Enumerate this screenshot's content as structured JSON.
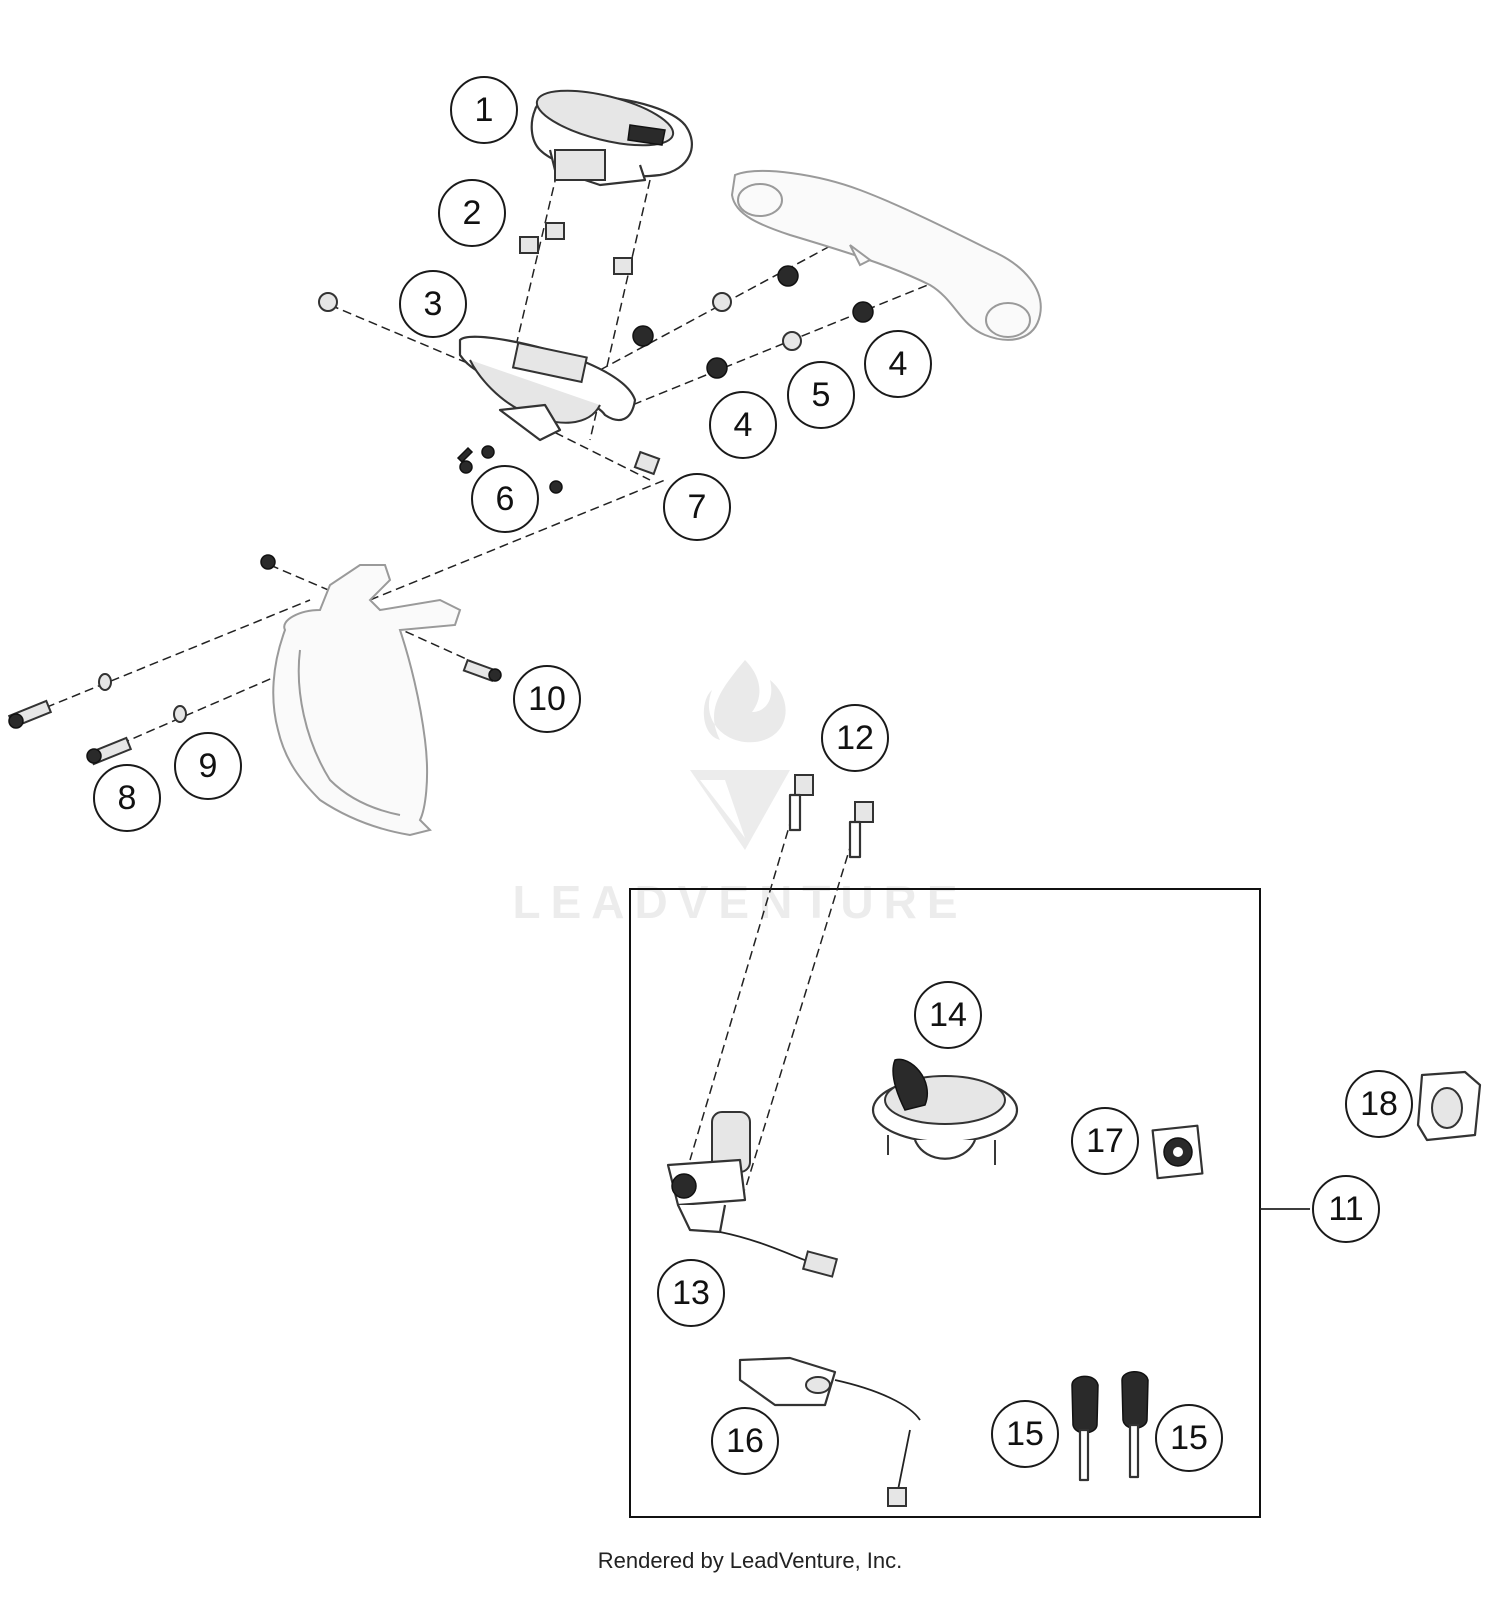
{
  "watermark": {
    "brand": "LEADVENTURE"
  },
  "callouts": [
    {
      "id": "c1",
      "label": "1"
    },
    {
      "id": "c2",
      "label": "2"
    },
    {
      "id": "c3",
      "label": "3"
    },
    {
      "id": "c4a",
      "label": "4"
    },
    {
      "id": "c4b",
      "label": "4"
    },
    {
      "id": "c5",
      "label": "5"
    },
    {
      "id": "c6",
      "label": "6"
    },
    {
      "id": "c7",
      "label": "7"
    },
    {
      "id": "c8",
      "label": "8"
    },
    {
      "id": "c9",
      "label": "9"
    },
    {
      "id": "c10",
      "label": "10"
    },
    {
      "id": "c11",
      "label": "11"
    },
    {
      "id": "c12",
      "label": "12"
    },
    {
      "id": "c13",
      "label": "13"
    },
    {
      "id": "c14",
      "label": "14"
    },
    {
      "id": "c15a",
      "label": "15"
    },
    {
      "id": "c15b",
      "label": "15"
    },
    {
      "id": "c16",
      "label": "16"
    },
    {
      "id": "c17",
      "label": "17"
    },
    {
      "id": "c18",
      "label": "18"
    }
  ],
  "footer": {
    "text": "Rendered by LeadVenture, Inc."
  }
}
